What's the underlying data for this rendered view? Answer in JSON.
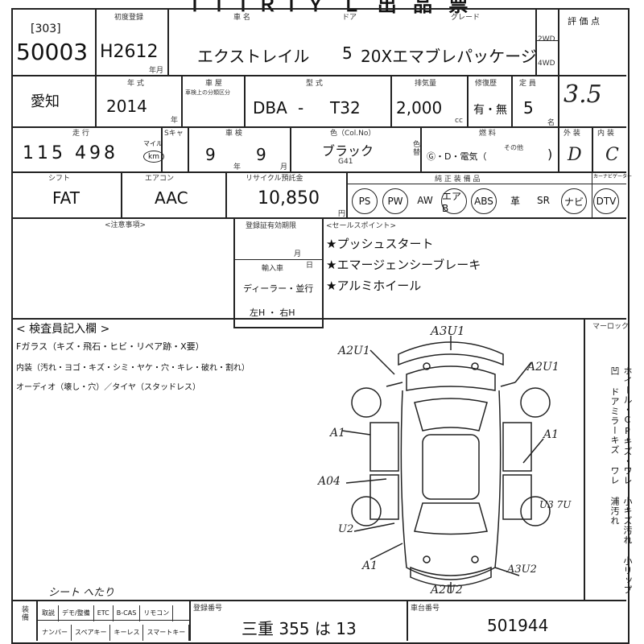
{
  "header": {
    "title_fragment": "ＴＴＴＲＴＹ Ｌ 出 品 票"
  },
  "lot": {
    "lot_code": "[303]",
    "lot_number": "50003",
    "first_reg_label": "初度登録",
    "first_reg": "H2612",
    "year_month_label": "年月",
    "car_name_label": "車 名",
    "car_name": "エクストレイル",
    "door_label": "ドア",
    "doors": "5",
    "grade_label": "グレード",
    "grade": "20Xエマブレパッケージ",
    "drive_2wd": "2WD",
    "drive_4wd": "4WD",
    "score_label": "評 価 点"
  },
  "row2": {
    "region": "愛知",
    "model_year_label": "年 式",
    "model_year": "2014",
    "year_suffix": "年",
    "type_label": "型 式",
    "prefix": "DBA",
    "dash": "-",
    "model": "T32",
    "displacement_label": "排気量",
    "displacement": "2,000",
    "cc": "cc",
    "history_label": "修復歴",
    "history": "有・無",
    "capacity_label": "定 員",
    "capacity": "5",
    "capacity_unit": "名",
    "score_hand": "3.5",
    "vehicle_class_label": "車 屋",
    "vehicle_class_sub": "車検上の分類区分"
  },
  "row3": {
    "mileage_label": "走 行",
    "mileage": "115 498",
    "mile_unit_mile": "マイル",
    "mile_unit_km": "km",
    "sync_label": "Sキャ",
    "inspection_label": "車 検",
    "inspection_year": "9",
    "inspection_month": "9",
    "year_unit": "年",
    "month_unit": "月",
    "color_label": "色（Col.No）",
    "color": "ブラック",
    "color_code": "G41",
    "color_side": "色替",
    "fuel_label": "燃 料",
    "fuel_options": "Ⓖ・D・電気（",
    "fuel_other": "その他",
    "exterior_label": "外 装",
    "exterior_hand": "D",
    "interior_label": "内 装",
    "interior_hand": "C"
  },
  "row4": {
    "shift_label": "シフト",
    "shift": "FAT",
    "ac_label": "エアコン",
    "ac": "AAC",
    "recycle_label": "リサイクル預託金",
    "recycle": "10,850",
    "yen": "円",
    "equipment_label": "純 正 装 備 品",
    "options": [
      "PS",
      "PW",
      "AW",
      "エアB",
      "ABS",
      "革",
      "SR",
      "ナビ",
      "DTV"
    ],
    "option_circled": [
      true,
      true,
      false,
      true,
      true,
      false,
      false,
      true,
      true
    ],
    "navi_note_label": "カーナビゲーター"
  },
  "notes": {
    "caution_label": "<注意事項>",
    "reg_label": "登録証有効期限",
    "month": "月",
    "day": "日",
    "import_label": "輸入車",
    "import_options": "ディーラー・並行",
    "steer_options": "左H ・ 右H",
    "sales_label": "<セールスポイント>",
    "points": [
      "★プッシュスタート",
      "★エマージェンシーブレーキ",
      "★アルミホイール"
    ]
  },
  "inspector": {
    "title": "< 検査員記入欄 >",
    "line1": "Fガラス（キズ・飛石・ヒビ・リペア跡・X要）",
    "line2": "内装（汚れ・ヨゴ・キズ・シミ・ヤケ・穴・キレ・破れ・割れ）",
    "line3": "オーディオ（壊し・穴）／タイヤ（スタッドレス）",
    "mark_label": "マーロック",
    "vertical_note": "ホイール・CPキズ・ワレ 小キズ汚れ 小リップ 凹 ドアミラーキズ ワレ 浦汚れ",
    "seat_note": "シート へたり",
    "diagram_marks": [
      "A3U1",
      "A2U1",
      "A2U1",
      "A1",
      "A1",
      "A04",
      "U3 7U",
      "U2",
      "A1",
      "A3U2",
      "A2U2"
    ]
  },
  "footer": {
    "equip_label": "装備",
    "items_row1": [
      "取説",
      "デモ/整備",
      "ETC",
      "B-CAS",
      "リモコン"
    ],
    "items_row2": [
      "ナンバー",
      "スペアキー",
      "キーレス",
      "スマートキー"
    ],
    "plate_label": "登録番号",
    "plate": "三重 355 は 13",
    "chassis_label": "車台番号",
    "chassis": "501944"
  }
}
